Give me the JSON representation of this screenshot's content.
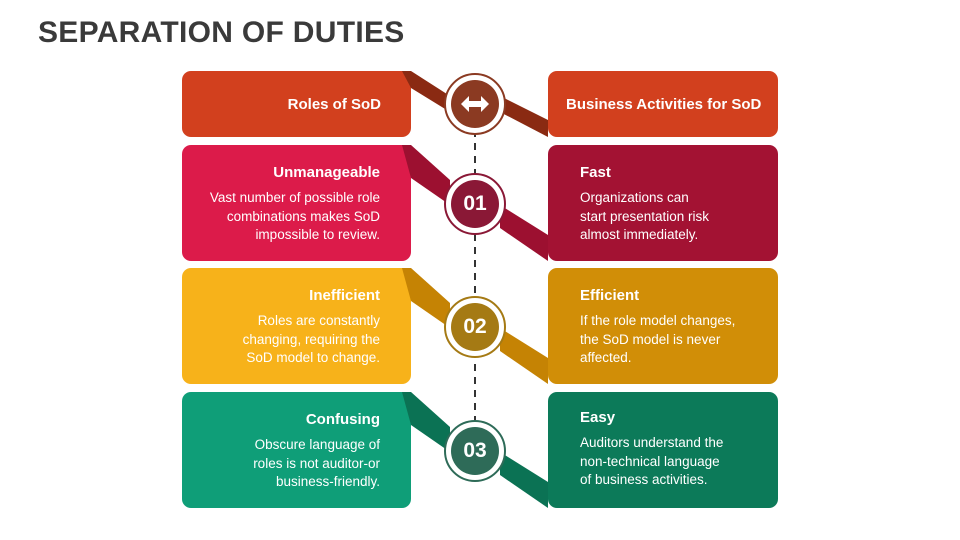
{
  "title": "SEPARATION OF DUTIES",
  "header": {
    "left_title": "Roles of SoD",
    "right_title": "Business Activities for SoD",
    "icon": "double-arrow-icon",
    "colors": {
      "left": "#d2401e",
      "right": "#d2401e",
      "fold": "#8a2a12",
      "circle": "#8b3a22"
    }
  },
  "rows": [
    {
      "number": "01",
      "left": {
        "title": "Unmanageable",
        "text": [
          "Vast number of possible role",
          "combinations makes SoD",
          "impossible to review."
        ]
      },
      "right": {
        "title": "Fast",
        "text": [
          "Organizations can",
          "start presentation risk",
          "almost immediately."
        ]
      },
      "colors": {
        "left": "#dc1b4a",
        "right": "#a31233",
        "fold": "#9c1030",
        "circle": "#8a1836"
      }
    },
    {
      "number": "02",
      "left": {
        "title": "Inefficient",
        "text": [
          "Roles are constantly",
          "changing, requiring the",
          "SoD model to change."
        ]
      },
      "right": {
        "title": "Efficient",
        "text": [
          "If the role model changes,",
          "the SoD model is never",
          "affected."
        ]
      },
      "colors": {
        "left": "#f7b21a",
        "right": "#d18e07",
        "fold": "#c58304",
        "circle": "#a57a14"
      }
    },
    {
      "number": "03",
      "left": {
        "title": "Confusing",
        "text": [
          "Obscure language of",
          "roles is not auditor-or",
          "business-friendly."
        ]
      },
      "right": {
        "title": "Easy",
        "text": [
          "Auditors understand the",
          "non-technical language",
          "of business activities."
        ]
      },
      "colors": {
        "left": "#0f9e78",
        "right": "#0c7a59",
        "fold": "#0b7254",
        "circle": "#2e6b58"
      }
    }
  ]
}
